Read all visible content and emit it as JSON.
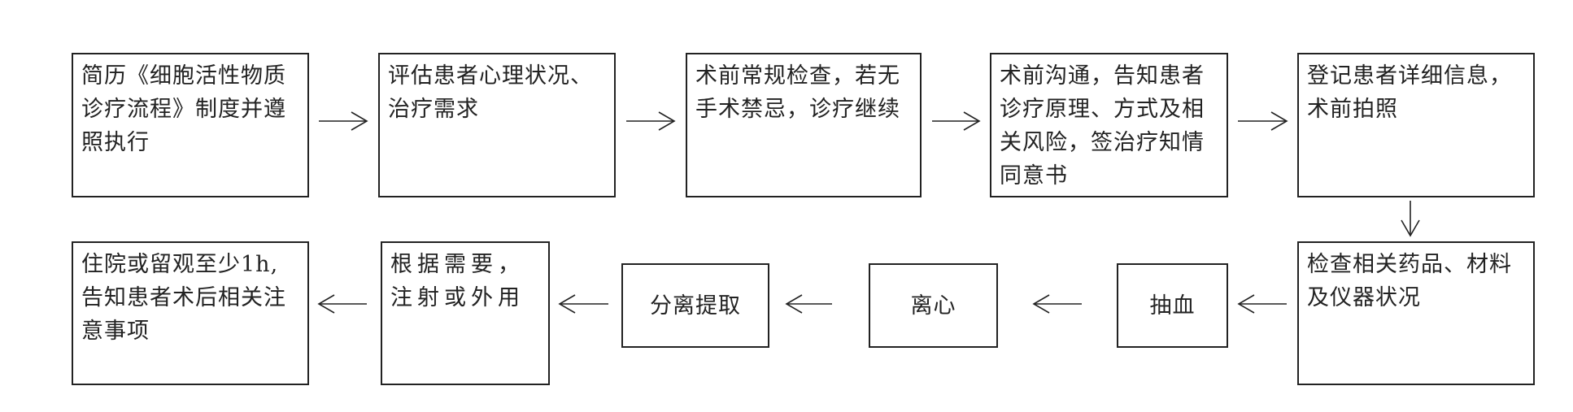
{
  "steps": [
    {
      "text": "简历《细胞活性物质诊疗流程》制度并遵照执行"
    },
    {
      "text": "评估患者心理状况、治疗需求"
    },
    {
      "text": "术前常规检查，若无手术禁忌，诊疗继续"
    },
    {
      "text": "术前沟通，告知患者诊疗原理、方式及相关风险，签治疗知情同意书"
    },
    {
      "text": "登记患者详细信息，术前拍照"
    },
    {
      "text": "检查相关药品、材料及仪器状况"
    },
    {
      "text": "抽血"
    },
    {
      "text": "离心"
    },
    {
      "text": "分离提取"
    },
    {
      "text": "根据需要，注射或外用"
    },
    {
      "text": "住院或留观至少1h, 告知患者术后相关注意事项"
    }
  ]
}
